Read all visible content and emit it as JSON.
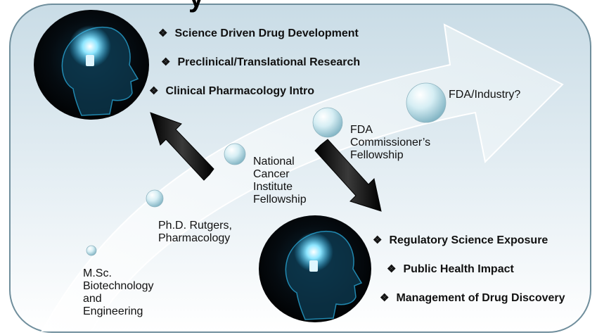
{
  "partial_title": "y",
  "milestones": [
    {
      "label": "M.Sc.\nBiotechnology\nand\nEngineering"
    },
    {
      "label": "Ph.D. Rutgers,\nPharmacology"
    },
    {
      "label": "National\nCancer\nInstitute\nFellowship"
    },
    {
      "label": "FDA\nCommissioner’s\nFellowship"
    },
    {
      "label": "FDA/Industry?"
    }
  ],
  "upper_bullets": [
    {
      "mark": "❖",
      "text": "Science Driven Drug Development"
    },
    {
      "mark": "❖",
      "text": "Preclinical/Translational Research"
    },
    {
      "mark": "❖",
      "text": "Clinical Pharmacology Intro"
    }
  ],
  "lower_bullets": [
    {
      "mark": "❖",
      "text": "Regulatory Science Exposure"
    },
    {
      "mark": "❖",
      "text": "Public Health Impact"
    },
    {
      "mark": "❖",
      "text": "Management of Drug Discovery"
    }
  ],
  "colors": {
    "panel_top": "#c9dce6",
    "panel_bottom": "#ffffff",
    "arrow_fill": "#ffffff",
    "bubble": "#bfe0ea",
    "head_glow": "#39c6ff",
    "dark_arrow": "#1a1a1a"
  },
  "icons": [
    "head-lightbulb-icon",
    "bubble-icon",
    "black-arrow-icon"
  ]
}
